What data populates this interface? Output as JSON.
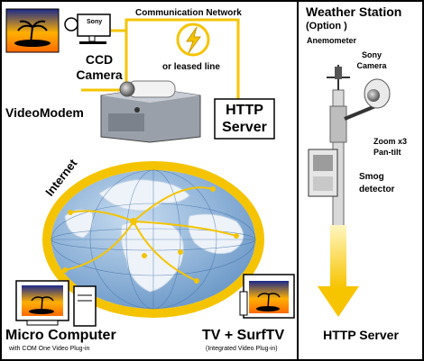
{
  "labels": {
    "communication_network": "Communication Network",
    "leased_line": "or leased line",
    "ccd_camera_line1": "CCD",
    "ccd_camera_line2": "Camera",
    "sony_tag_small": "Sony",
    "videomodem": "VideoModem",
    "http_server_box_line1": "HTTP",
    "http_server_box_line2": "Server",
    "internet": "Internet",
    "micro_computer": "Micro Computer",
    "micro_computer_sub": "with COM One Video Plug-in",
    "tv_surftv": "TV + SurfTV",
    "tv_surftv_sub": "(Integrated Video Plug-in)",
    "weather_station": "Weather Station",
    "weather_option": "(Option )",
    "anemometer": "Anemometer",
    "sony_camera_line1": "Sony",
    "sony_camera_line2": "Camera",
    "zoom": "Zoom x3",
    "pan_tilt": "Pan-tilt",
    "smog_line1": "Smog",
    "smog_line2": "detector",
    "http_server_bottom": "HTTP Server"
  },
  "colors": {
    "network_line": "#f5c400",
    "globe_ocean": "#8fb6df",
    "globe_land": "#e8eef5",
    "arrow": "#f7c400",
    "frame": "#000000"
  }
}
